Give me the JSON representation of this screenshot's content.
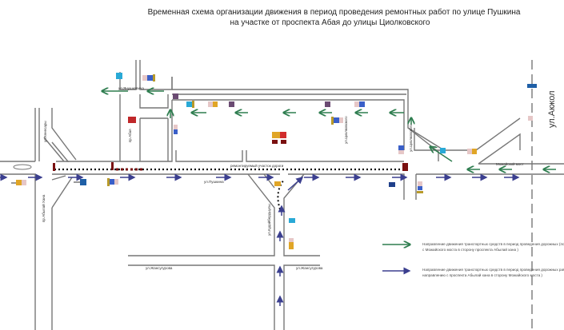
{
  "title": {
    "line1": "Временная схема организации движения в период проведения ремонтных работ по улице Пушкина",
    "line2": "на участке от проспекта Абая до улицы Циолковского"
  },
  "streets": {
    "pushkina": "ул.Пушкина",
    "yanushkevicha": "ул.Янушкевича",
    "kenesary": "ул.Кенесары",
    "abylai_khan": "пр.Абылай Хана",
    "abai": "пр.Абая",
    "kudaiberdyuly": "ул.Кудайбердыулы",
    "zhansugurova_left": "ул.Жансугурова",
    "zhansugurova_right": "ул.Жансугурова",
    "tsiolkovskogo_1": "ул.Циолковского",
    "tsiolkovskogo_2": "ул.Циолковского",
    "akzhol": "ул.Акжол",
    "mozhaisky_bridge": "Можайский мост",
    "repair_section": "ремонтируемый участок дороги"
  },
  "legend": {
    "items": [
      {
        "color": "#2e7d4f",
        "text": "Направление движения транспортных средств в период проведения дорожных (по направлению с Можайского моста в сторону проспекта Абылай хана )"
      },
      {
        "color": "#3b3f8f",
        "text": "Направление движения транспортных средств в период проведения дорожных работ (по направлению с проспекта Абылай хана в сторону Можайского моста )"
      }
    ]
  },
  "colors": {
    "road": "#777777",
    "green_arrow": "#2e7d4f",
    "blue_arrow": "#3b3f8f",
    "barrier": "#7a1010",
    "sign_yellow": "#e0a526",
    "sign_blue": "#3a5fc8",
    "sign_cyan": "#29a9d6",
    "sign_purple": "#6b4b73"
  }
}
